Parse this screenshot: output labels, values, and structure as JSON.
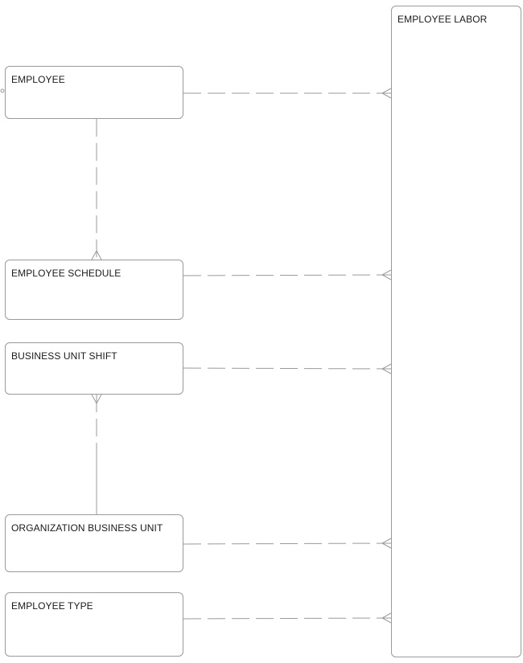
{
  "diagram": {
    "entities": {
      "employee_labor": {
        "name": "EMPLOYEE LABOR"
      },
      "employee": {
        "name": "EMPLOYEE"
      },
      "employee_schedule": {
        "name": "EMPLOYEE SCHEDULE"
      },
      "business_unit_shift": {
        "name": "BUSINESS UNIT SHIFT"
      },
      "organization_business_unit": {
        "name": "ORGANIZATION BUSINESS UNIT"
      },
      "employee_type": {
        "name": "EMPLOYEE TYPE"
      }
    },
    "line_color": "#9a9a9a",
    "relationships": [
      {
        "from": "EMPLOYEE",
        "to": "EMPLOYEE LABOR",
        "cardinality": "one-to-many",
        "identifying": false
      },
      {
        "from": "EMPLOYEE",
        "to": "EMPLOYEE SCHEDULE",
        "cardinality": "one-to-many",
        "identifying": false
      },
      {
        "from": "EMPLOYEE SCHEDULE",
        "to": "EMPLOYEE LABOR",
        "cardinality": "one-to-many",
        "identifying": false
      },
      {
        "from": "BUSINESS UNIT SHIFT",
        "to": "EMPLOYEE LABOR",
        "cardinality": "one-to-many",
        "identifying": false
      },
      {
        "from": "ORGANIZATION BUSINESS UNIT",
        "to": "BUSINESS UNIT SHIFT",
        "cardinality": "one-to-many",
        "identifying": false
      },
      {
        "from": "ORGANIZATION BUSINESS UNIT",
        "to": "EMPLOYEE LABOR",
        "cardinality": "one-to-many",
        "identifying": false
      },
      {
        "from": "EMPLOYEE TYPE",
        "to": "EMPLOYEE LABOR",
        "cardinality": "one-to-many",
        "identifying": false
      }
    ]
  }
}
